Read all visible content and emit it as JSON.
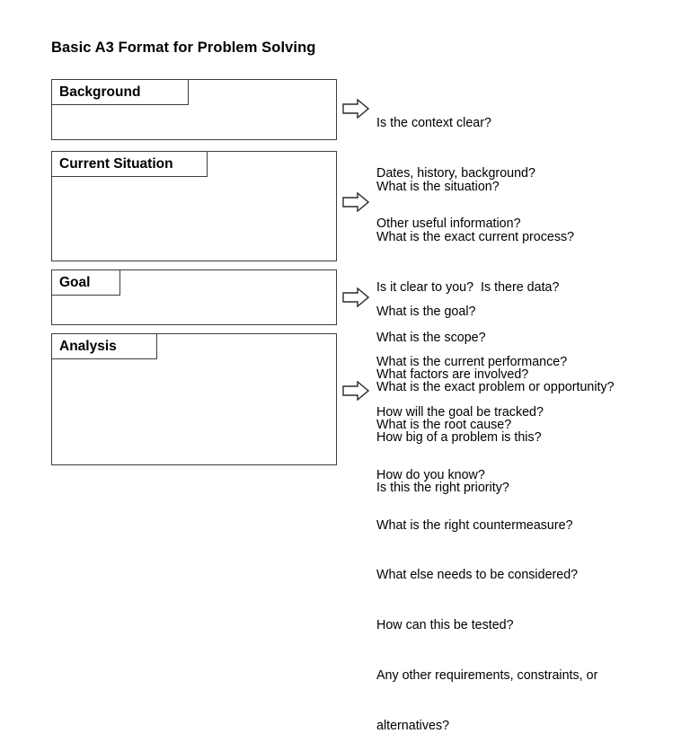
{
  "document": {
    "title": "Basic A3 Format for Problem Solving"
  },
  "sections": [
    {
      "id": "background",
      "label": "Background",
      "arrow_icon": "right-arrow-icon",
      "questions": [
        "Is the context clear?",
        "Dates, history, background?",
        "Other useful information?"
      ]
    },
    {
      "id": "current-situation",
      "label": "Current Situation",
      "arrow_icon": "right-arrow-icon",
      "questions": [
        "What is the situation?",
        "What is the exact current process?",
        "Is it clear to you?  Is there data?",
        "What is the scope?",
        "What is the exact problem or opportunity?",
        "How big of a problem is this?",
        "Is this the right priority?"
      ]
    },
    {
      "id": "goal",
      "label": "Goal",
      "arrow_icon": "right-arrow-icon",
      "questions": [
        "What is the goal?",
        "What is the current performance?",
        "How will the goal be tracked?"
      ]
    },
    {
      "id": "analysis",
      "label": "Analysis",
      "arrow_icon": "right-arrow-icon",
      "questions": [
        "What factors are involved?",
        "What is the root cause?",
        "How do you know?",
        "What is the right countermeasure?",
        "What else needs to be considered?",
        "How can this be tested?",
        "Any other requirements, constraints, or",
        "alternatives?"
      ]
    }
  ],
  "colors": {
    "border": "#3d3d3d",
    "background": "#ffffff",
    "text": "#000000"
  }
}
